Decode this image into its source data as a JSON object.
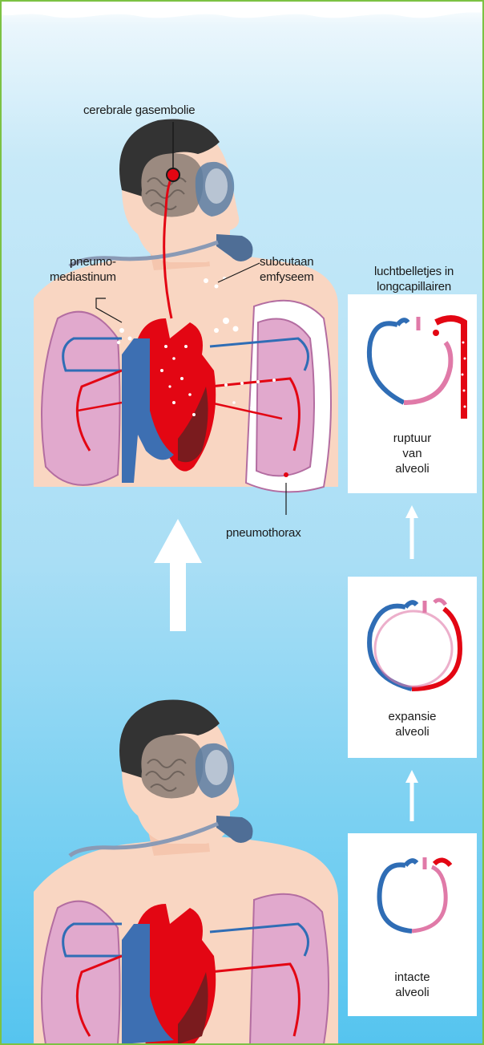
{
  "labels": {
    "cerebral": "cerebrale gasembolie",
    "pneumomediastinum": "pneumo-\nmediastinum",
    "subcutaneous": "subcutaan\nemfyseem",
    "bubbles": "luchtbelletjes in\nlongcapillairen",
    "pneumothorax": "pneumothorax"
  },
  "stages": [
    {
      "caption": "ruptuur\nvan\nalveoli"
    },
    {
      "caption": "expansie\nalveoli"
    },
    {
      "caption": "intacte\nalveoli"
    }
  ],
  "colors": {
    "artery": "#e30613",
    "vein": "#2f6db5",
    "alveolus": "#e07aa8",
    "lung": "#d9a3c6",
    "skin": "#f9d6c2",
    "border": "#7cc243"
  }
}
